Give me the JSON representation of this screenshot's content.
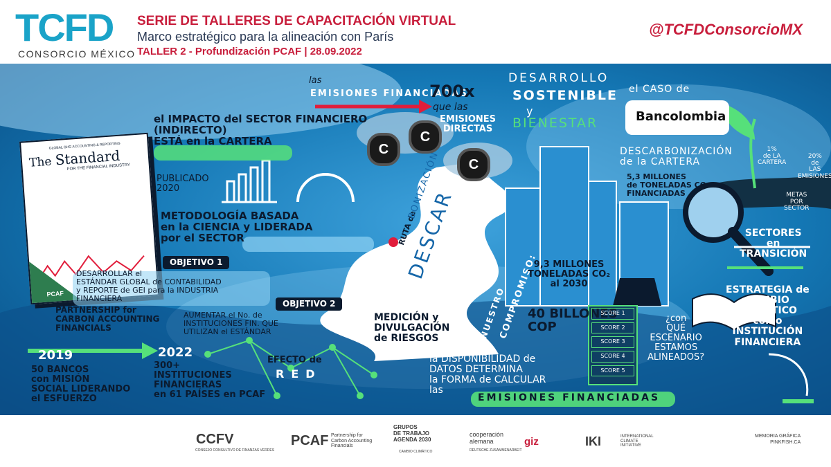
{
  "header": {
    "logo_main": "TCFD",
    "logo_sub": "CONSORCIO MÉXICO",
    "line1": "SERIE DE TALLERES DE CAPACITACIÓN VIRTUAL",
    "line2": "Marco estratégico para la alineación con París",
    "line3": "TALLER 2 - Profundización PCAF | 28.09.2022",
    "handle": "@TCFDConsorcioMX"
  },
  "mural": {
    "book": {
      "title_the": "The",
      "title_standard": "Standard",
      "title_small": "GLOBAL GHG ACCOUNTING & REPORTING",
      "subtitle": "FOR THE FINANCIAL INDUSTRY",
      "badge": "PCAF"
    },
    "publicado": "PUBLICADO\n2020",
    "las": "las",
    "emisiones_financiadas": "EMISIONES FINANCIADAS",
    "x700": "700x",
    "que_las": "que las",
    "emisiones_directas": "EMISIONES\nDIRECTAS",
    "coin_letter": "C",
    "impacto": "el IMPACTO del SECTOR FINANCIERO\n(INDIRECTO)\nESTÁ en la CARTERA",
    "metodologia": "METODOLOGÍA BASADA\nen la CIENCIA y LIDERADA\npor el SECTOR",
    "objetivo1": "OBJETIVO 1",
    "objetivo1_text": "DESARROLLAR el\nESTÁNDAR GLOBAL de CONTABILIDAD\ny REPORTE de GEI para la INDUSTRIA\nFINANCIERA",
    "partnership": "PARTNERSHIP for\nCARBON ACCOUNTING\nFINANCIALS",
    "objetivo2": "OBJETIVO 2",
    "objetivo2_text": "AUMENTAR el No. de\nINSTITUCIONES FIN. QUE\nUTILIZAN el ESTÁNDAR",
    "y2019": "2019",
    "y2019_text": "50 BANCOS\ncon MISIÓN\nSOCIAL LIDERANDO\nel ESFUERZO",
    "y2022": "2022",
    "y2022_text": "300+\nINSTITUCIONES\nFINANCIERAS\nen 61 PAÍSES en PCAF",
    "efecto": "EFECTO de",
    "red": "RED",
    "ruta_de": "RUTA de",
    "descar": "DESCAR",
    "bonizacion": "BONIZACIÓN",
    "medicion": "MEDICIÓN y\nDIVULGACIÓN\nde RIESGOS",
    "nuestro": "NUESTRO",
    "compromiso": "COMPROMISO:",
    "desarrollo": "DESARROLLO",
    "sostenible": "SOSTENIBLE",
    "y": "y",
    "bienestar": "BIENESTAR",
    "el_caso_de": "el CASO de",
    "bancolombia": "Bancolombia",
    "descarbonizacion": "DESCARBONIZACIÓN\nde la CARTERA",
    "millones_53": "5,3 MILLONES\nde TONELADAS CO₂\nFINANCIADAS",
    "millones_93": "9,3 MILLONES\nTONELADAS CO₂\nal 2030",
    "billones": "40 BILLONES\nCOP",
    "scores": [
      "SCORE 1",
      "SCORE 2",
      "SCORE 3",
      "SCORE 4",
      "SCORE 5"
    ],
    "pct1": "1%\nde LA\nCARTERA",
    "pct20": "20%\nde\nLAS\nEMISIONES",
    "metas": "METAS\nPOR\nSECTOR",
    "sectores": "SECTORES\nen\nTRANSICIÓN",
    "estrategia": "ESTRATEGIA de\nCAMBIO\nCLIMÁTICO\ncomo\nINSTITUCIÓN\nFINANCIERA",
    "escenario": "¿con\nQUÉ\nESCENARIO\nESTAMOS\nALINEADOS?",
    "disponibilidad": "la DISPONIBILIDAD de\nDATOS DETERMINA\nla FORMA de CALCULAR\nlas",
    "emisiones_financiadas2": "EMISIONES FINANCIADAS"
  },
  "footer": {
    "ccfv": "CCFV",
    "ccfv_sub": "CONSEJO CONSULTIVO DE FINANZAS VERDES",
    "pcaf": "PCAF",
    "pcaf_sub": "Partnership for\nCarbon Accounting\nFinancials",
    "grupos": "GRUPOS\nDE TRABAJO\nAGENDA 2030",
    "cambio": "CAMBIO CLIMÁTICO",
    "cooperacion": "cooperación\nalemana",
    "cooperacion_sub": "DEUTSCHE ZUSAMMENARBEIT",
    "giz": "giz",
    "iki": "IKI",
    "iki_sub": "INTERNATIONAL\nCLIMATE\nINITIATIVE",
    "memoria": "MEMORIA GRÁFICA\nPINKFISH.CA"
  },
  "colors": {
    "brand_blue": "#1aa3c8",
    "brand_red": "#c81e3c",
    "mural_blue": "#1377b3",
    "highlight_green": "#56e07a"
  }
}
